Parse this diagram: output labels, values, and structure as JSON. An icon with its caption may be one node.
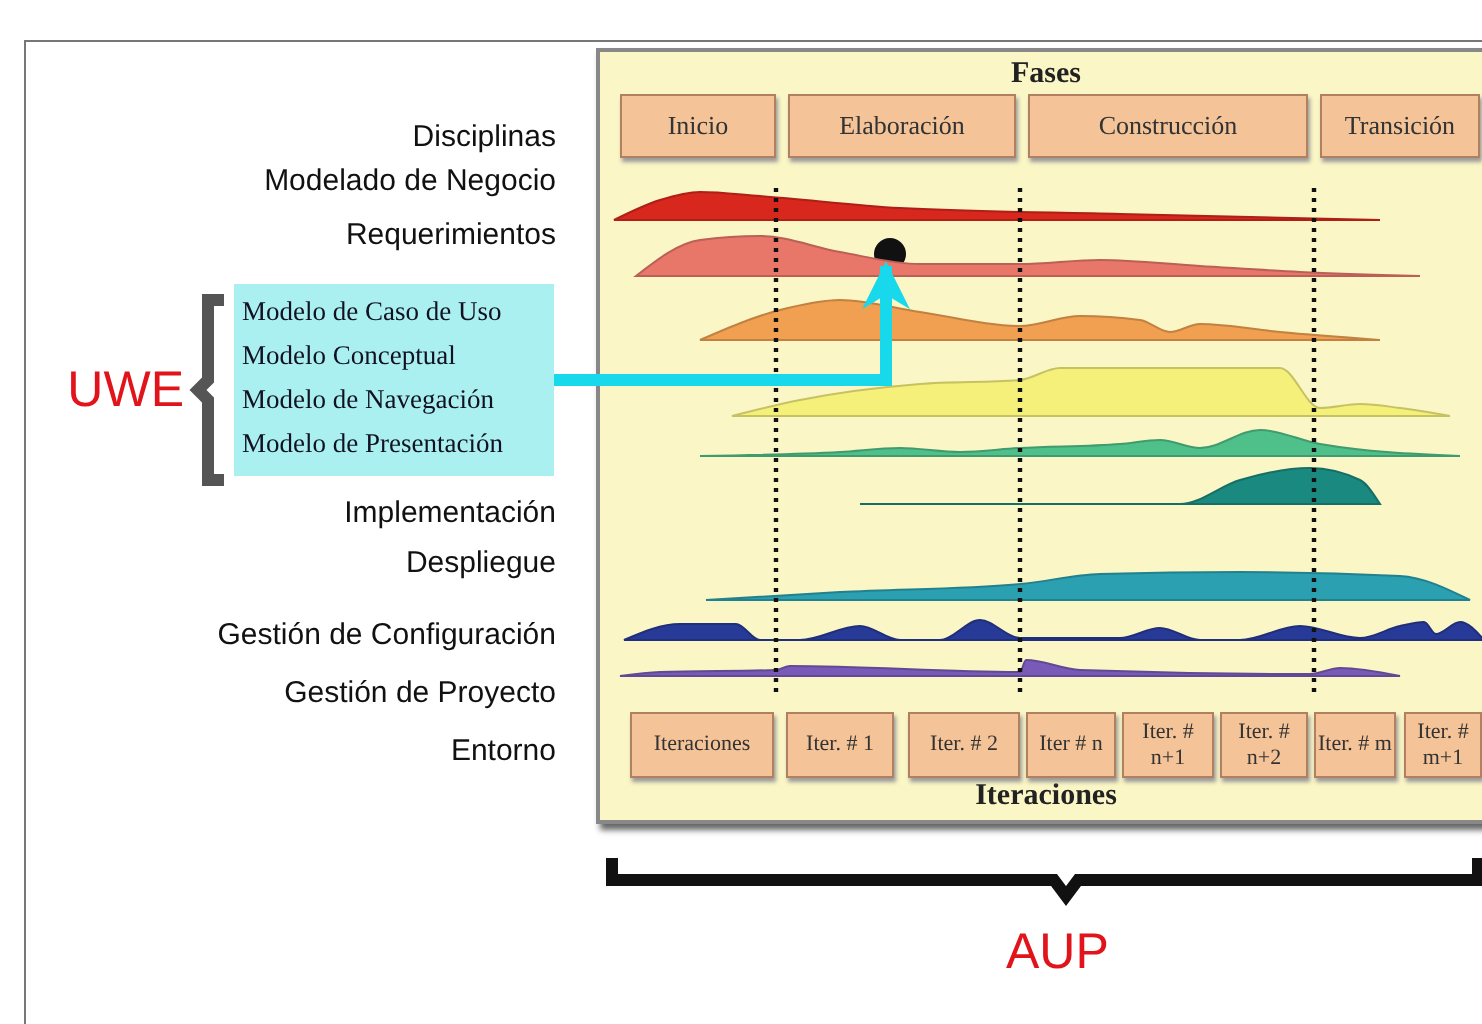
{
  "diagram": {
    "nodes": [
      {
        "text": [
          "Fases",
          "Iteraciones"
        ]
      },
      {
        "text": [
          "Inicio"
        ],
        "in": 0
      },
      {
        "text": [
          "Elaboración"
        ],
        "in": 0
      },
      {
        "text": [
          "Construcción"
        ],
        "in": 0
      },
      {
        "text": [
          "Transición"
        ],
        "in": 0
      },
      {
        "text": [
          "Iteraciones"
        ],
        "in": 0
      },
      {
        "text": [
          "Iter. # 1"
        ],
        "in": 0
      },
      {
        "text": [
          "Iter. # 2"
        ],
        "in": 0
      },
      {
        "text": [
          "Iter # n"
        ],
        "in": 0
      },
      {
        "text": [
          "Iter. # n+1"
        ],
        "in": 0
      },
      {
        "text": [
          "Iter. # n+2"
        ],
        "in": 0
      },
      {
        "text": [
          "Iter. # m"
        ],
        "in": 0
      },
      {
        "text": [
          "Iter. # m+1"
        ],
        "in": 0
      },
      {
        "text": [
          "Modelo de Caso de Uso",
          "Modelo Conceptual",
          "Modelo de Navegación",
          "Modelo de Presentación"
        ]
      },
      {
        "text": [],
        "shape": "circle",
        "in": 0
      }
    ],
    "edges": [
      {
        "from": 13,
        "to": 14,
        "arrow": "to"
      }
    ],
    "labels": [
      "Disciplinas",
      "Modelado de Negocio",
      "Requerimientos",
      "UWE",
      "Implementación",
      "Despliegue",
      "Gestión de Configuración",
      "Gestión de Proyecto",
      "Entorno",
      "AUP"
    ]
  }
}
